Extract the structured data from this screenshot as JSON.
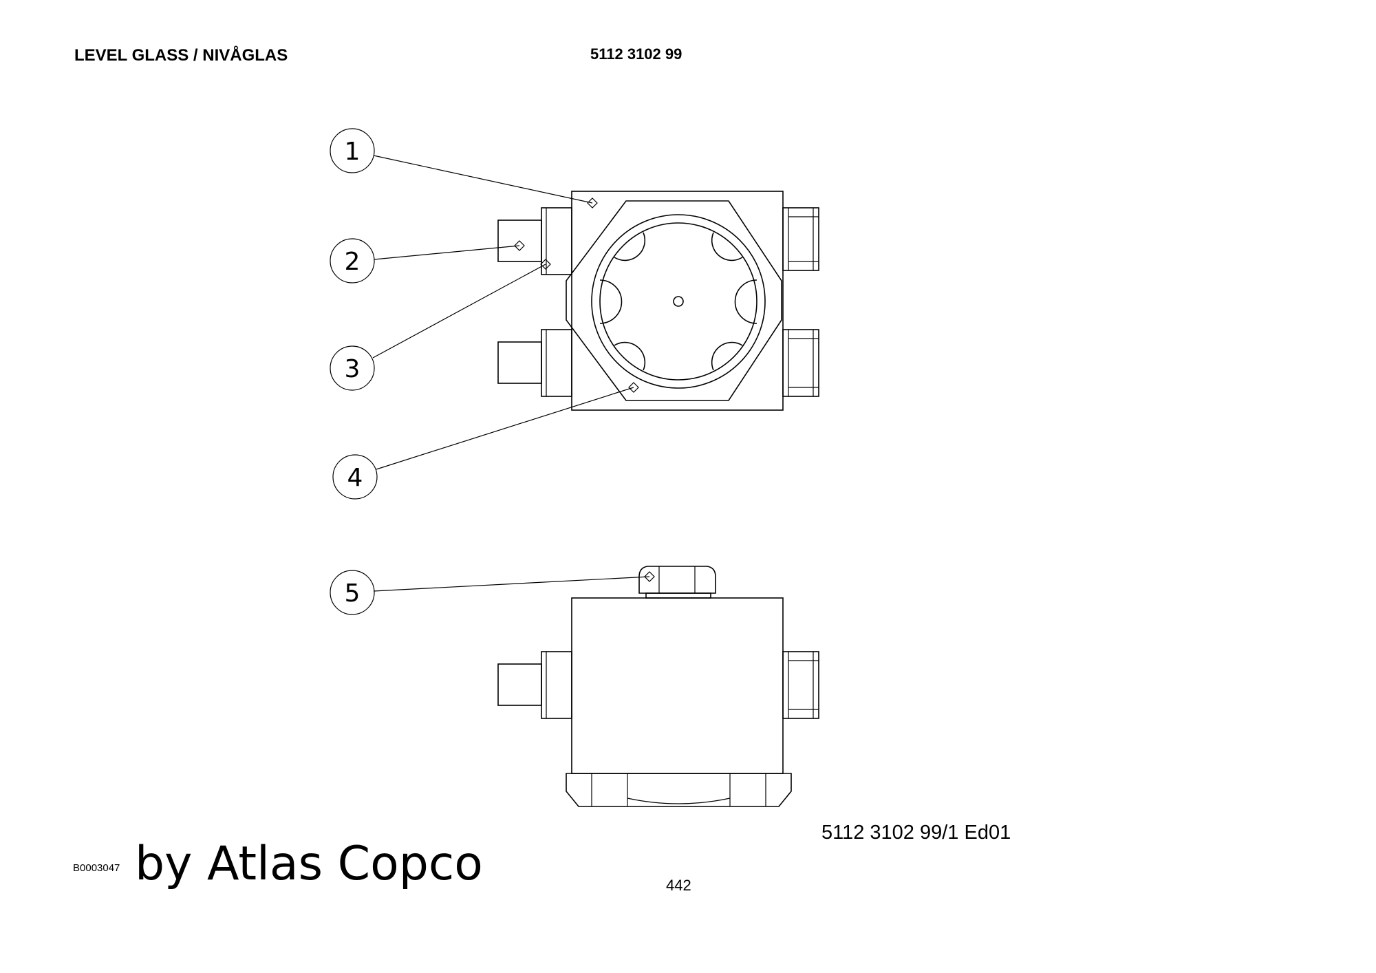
{
  "header": {
    "title": "LEVEL GLASS / NIVÅGLAS",
    "part_number": "5112 3102 99"
  },
  "diagram": {
    "balloons": [
      "1",
      "2",
      "3",
      "4",
      "5"
    ]
  },
  "footer": {
    "drawing_ref": "5112 3102 99/1  Ed01",
    "image_code": "B0003047",
    "page_number": "442",
    "watermark": "by Atlas Copco"
  }
}
